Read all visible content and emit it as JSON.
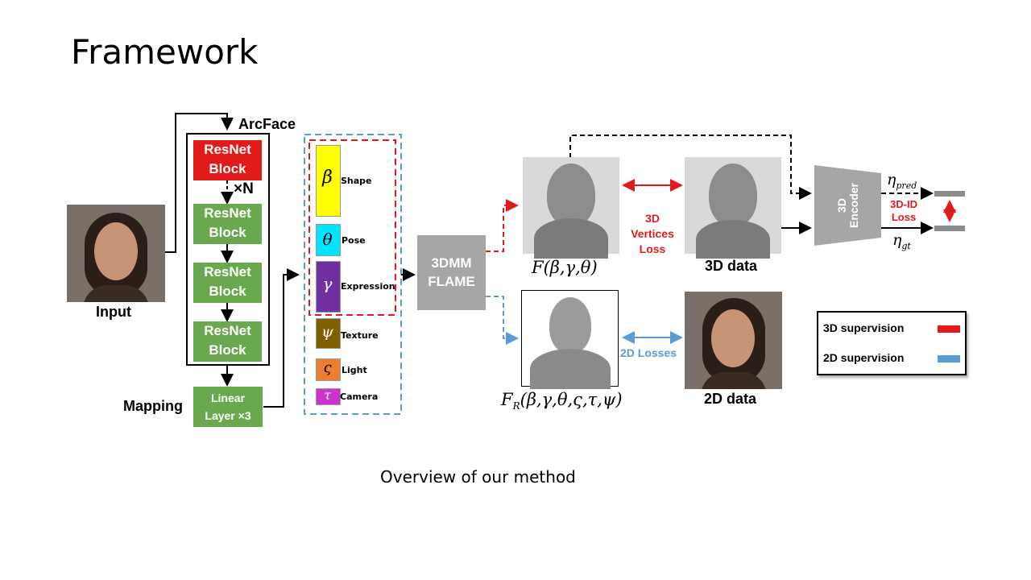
{
  "title": "Framework",
  "caption": "Overview of our method",
  "input_label": "Input",
  "arcface_label": "ArcFace",
  "mapping_label": "Mapping",
  "times_n": "×N",
  "resnet_blocks": [
    {
      "line1": "ResNet",
      "line2": "Block",
      "color": "#e11a1a"
    },
    {
      "line1": "ResNet",
      "line2": "Block",
      "color": "#6aa84f"
    },
    {
      "line1": "ResNet",
      "line2": "Block",
      "color": "#6aa84f"
    },
    {
      "line1": "ResNet",
      "line2": "Block",
      "color": "#6aa84f"
    }
  ],
  "linear_layer": {
    "line1": "Linear",
    "line2": "Layer ×3"
  },
  "params": [
    {
      "symbol": "β",
      "label": "Shape",
      "color": "#ffff00"
    },
    {
      "symbol": "θ",
      "label": "Pose",
      "color": "#00e5ff"
    },
    {
      "symbol": "γ",
      "label": "Expression",
      "color": "#7030a0"
    },
    {
      "symbol": "ψ",
      "label": "Texture",
      "color": "#7f6000"
    },
    {
      "symbol": "ς",
      "label": "Light",
      "color": "#ed7d31"
    },
    {
      "symbol": "τ",
      "label": "Camera",
      "color": "#cc33cc"
    }
  ],
  "flame": {
    "line1": "3DMM",
    "line2": "FLAME"
  },
  "f_label": "F(β,γ,θ)",
  "fr_label": "F",
  "fr_sub": "R",
  "fr_args": "(β,γ,θ,ς,τ,ψ)",
  "vertices_loss": {
    "line1": "3D",
    "line2": "Vertices",
    "line3": "Loss"
  },
  "data3d_label": "3D data",
  "data2d_label": "2D data",
  "losses2d_label": "2D Losses",
  "encoder": {
    "line1": "3D",
    "line2": "Encoder"
  },
  "eta_pred": "η",
  "eta_pred_sub": "pred",
  "eta_gt": "η",
  "eta_gt_sub": "gt",
  "id_loss": {
    "line1": "3D-ID",
    "line2": "Loss"
  },
  "legend": {
    "items": [
      {
        "label": "3D supervision",
        "color": "#e11a1a"
      },
      {
        "label": "2D supervision",
        "color": "#5b9bd5"
      }
    ]
  }
}
